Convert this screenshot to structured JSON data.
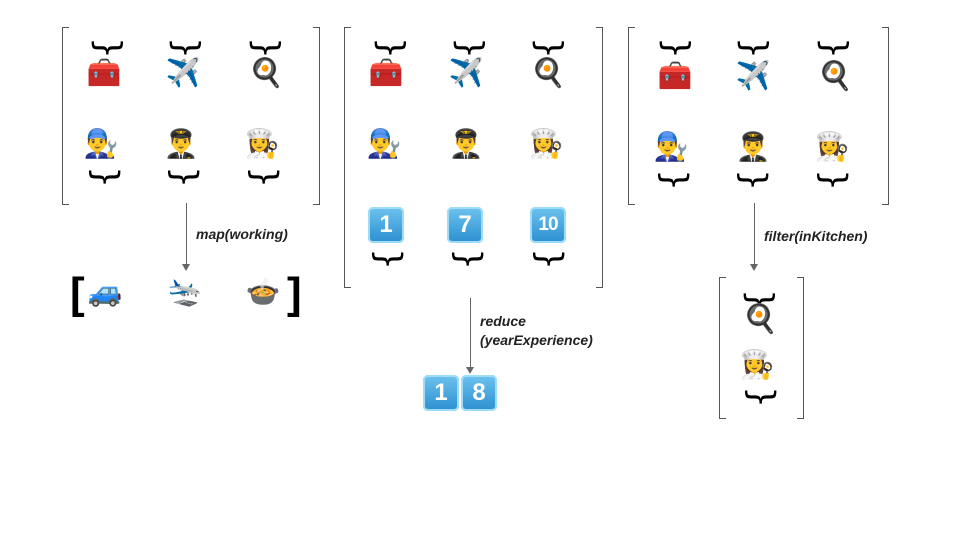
{
  "groups": {
    "objects": {
      "toolbox": "🧰",
      "airplane": "✈️",
      "frying_pan": "🍳"
    },
    "people": {
      "mechanic": "👨‍🔧",
      "pilot": "👨‍✈️",
      "cook": "👩‍🍳"
    },
    "years": [
      "1",
      "7",
      "10"
    ]
  },
  "map": {
    "label": "map(working)",
    "results": {
      "car": "🚙",
      "landing": "🛬",
      "stew": "🍲"
    },
    "open_bracket": "[",
    "close_bracket": "]"
  },
  "reduce": {
    "label_line1": "reduce",
    "label_line2": "(yearExperience)",
    "result_digits": [
      "1",
      "8"
    ]
  },
  "filter": {
    "label": "filter(inKitchen)",
    "result_object": "🍳",
    "result_person": "👩‍🍳"
  },
  "braces": {
    "top": "}",
    "bottom": "{"
  }
}
